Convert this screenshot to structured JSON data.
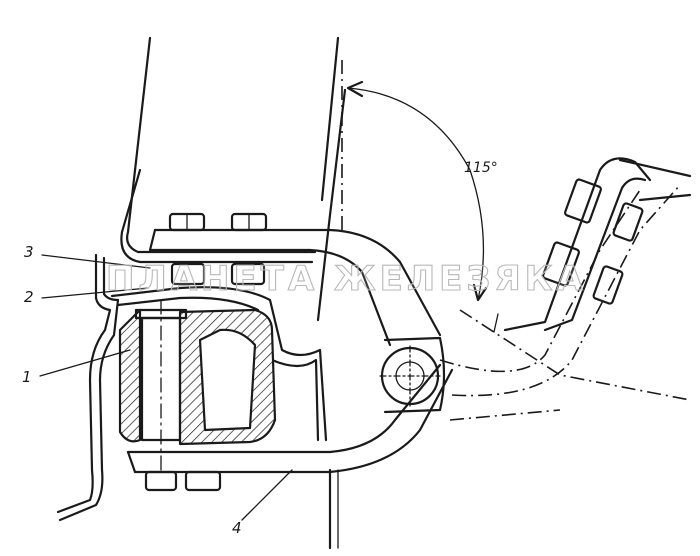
{
  "figure": {
    "labels": [
      "1",
      "2",
      "3",
      "4"
    ],
    "angle_label": "115°"
  },
  "watermark": {
    "text": "ПЛАНЕТА ЖЕЛЕЗЯКА"
  },
  "colors": {
    "line": "#1a1a1a",
    "background": "#ffffff",
    "watermark": "#b8b8b8"
  }
}
